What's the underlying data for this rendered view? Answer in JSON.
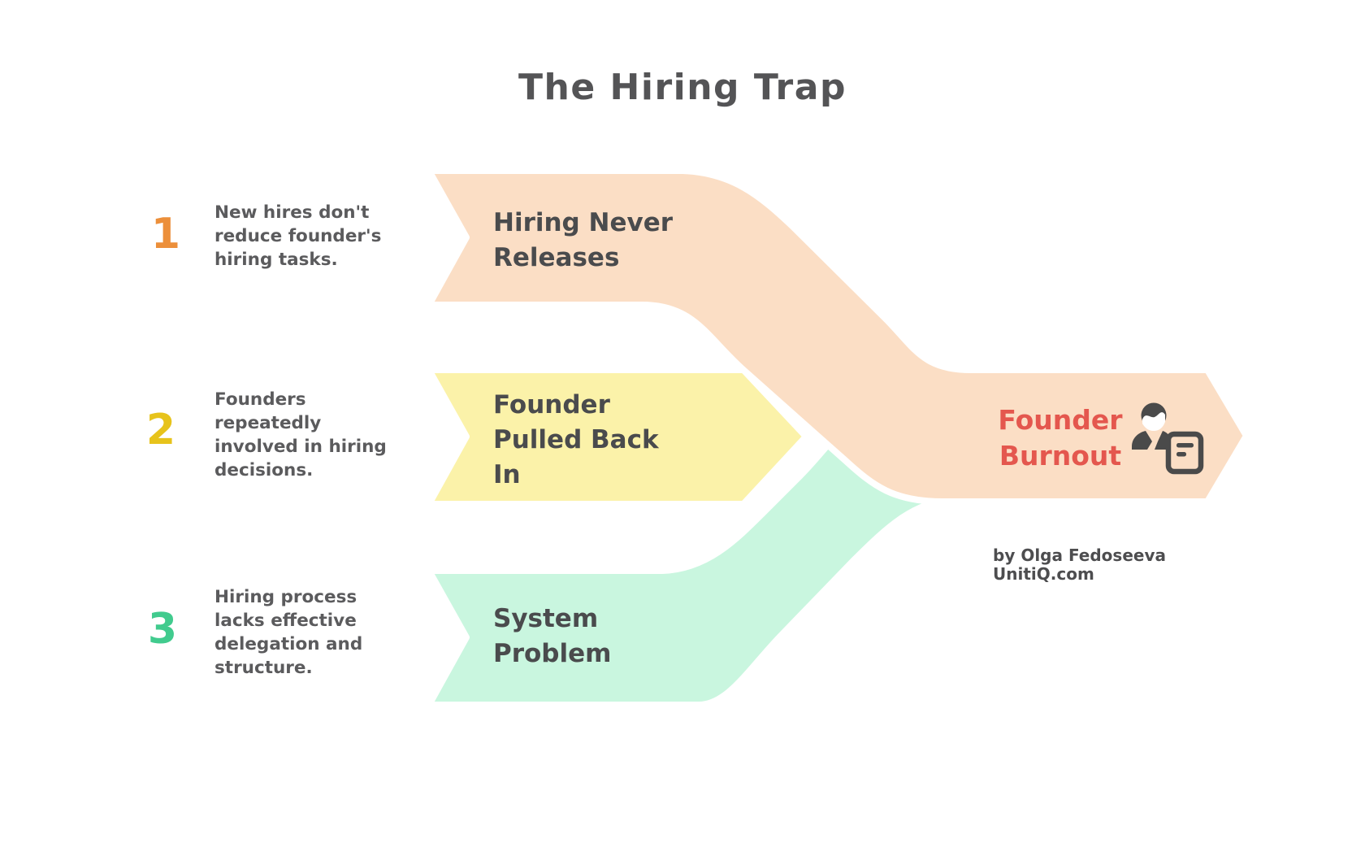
{
  "title": "The Hiring Trap",
  "causes": [
    {
      "number": "1",
      "number_color": "#EC8F3A",
      "lines": [
        "New hires don't",
        "reduce founder's",
        "hiring tasks."
      ]
    },
    {
      "number": "2",
      "number_color": "#E7C31B",
      "lines": [
        "Founders",
        "repeatedly",
        "involved in hiring",
        "decisions."
      ]
    },
    {
      "number": "3",
      "number_color": "#41CB8E",
      "lines": [
        "Hiring process",
        "lacks effective",
        "delegation and",
        "structure."
      ]
    }
  ],
  "bands": [
    {
      "label_lines": [
        "Hiring Never",
        "Releases"
      ],
      "color": "#FBDEC5"
    },
    {
      "label_lines": [
        "Founder",
        "Pulled Back",
        "In"
      ],
      "color": "#FBF2A9"
    },
    {
      "label_lines": [
        "System",
        "Problem"
      ],
      "color": "#C9F6DF"
    }
  ],
  "outcome": {
    "label_lines": [
      "Founder",
      "Burnout"
    ],
    "text_color": "#E4574E",
    "icon": "person-with-document-icon",
    "icon_color": "#4A4A4A"
  },
  "attribution": {
    "line1": "by Olga Fedoseeva",
    "line2": "UnitiQ.com"
  },
  "text_color": "#5B5B5D",
  "title_color": "#545456"
}
